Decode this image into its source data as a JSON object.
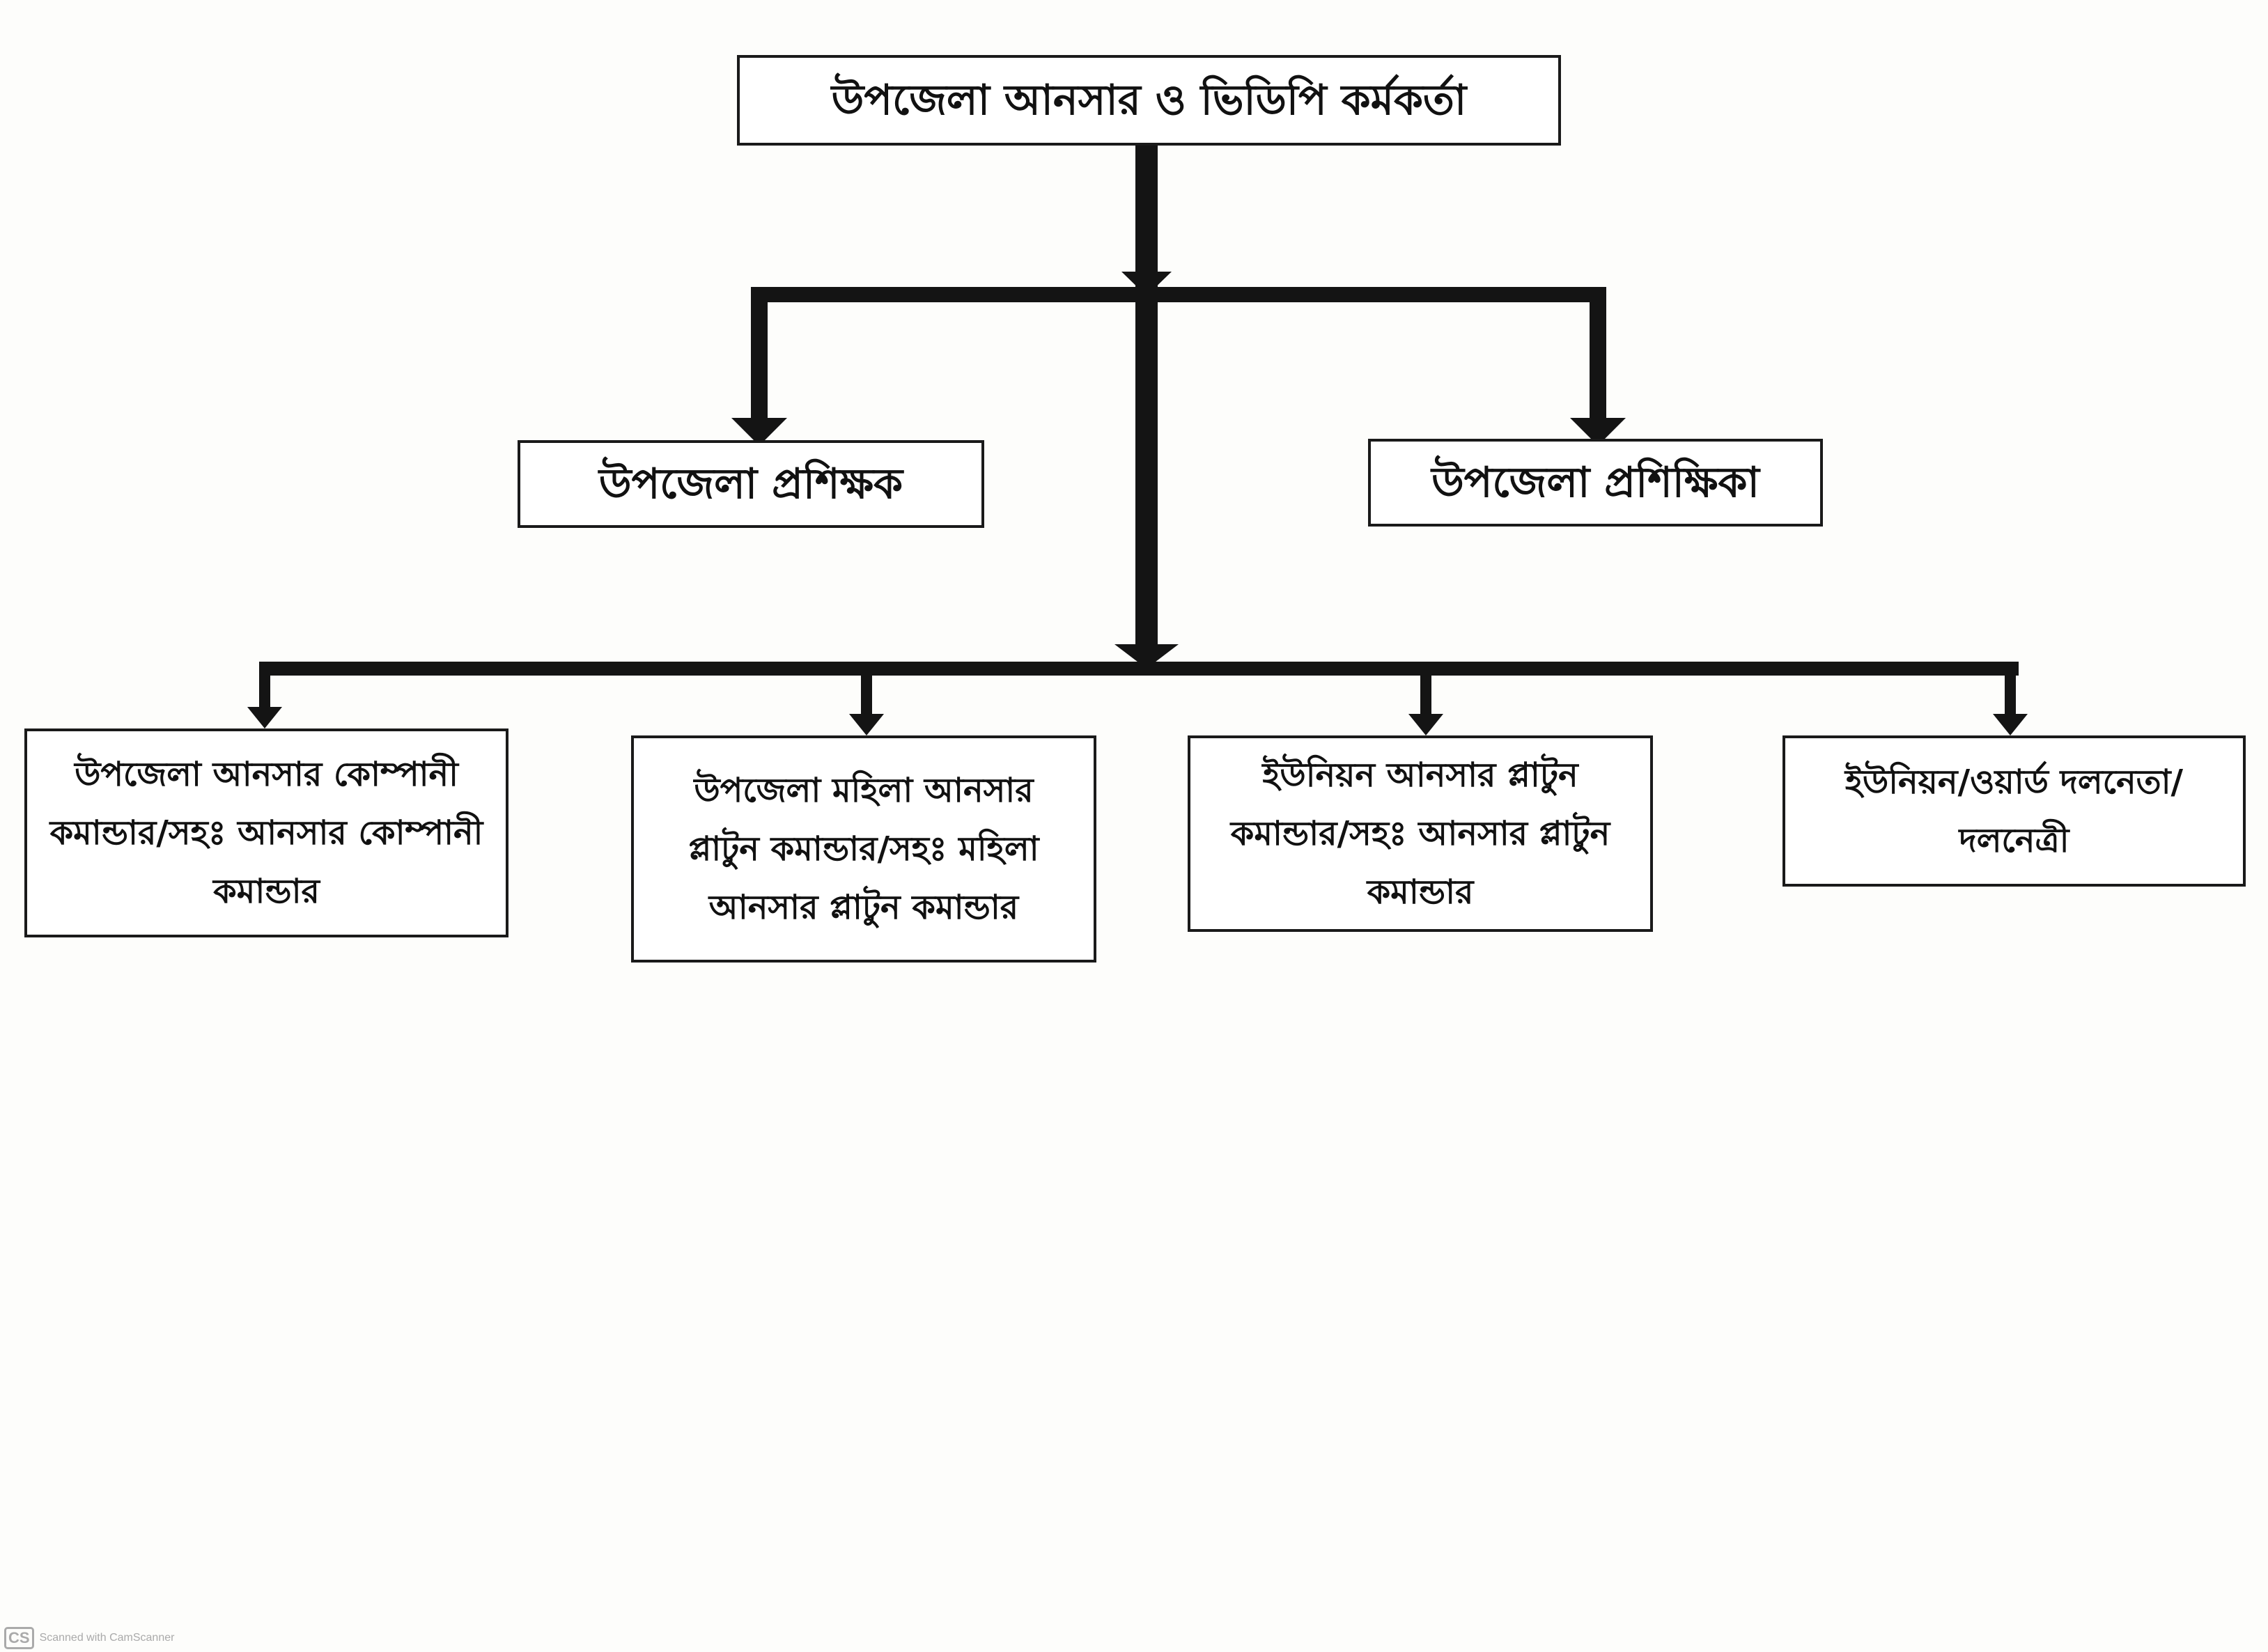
{
  "top": {
    "label": "উপজেলা আনসার ও ভিডিপি কর্মকর্তা"
  },
  "middle": [
    {
      "label": "উপজেলা প্রশিক্ষক"
    },
    {
      "label": "উপজেলা প্রশিক্ষিকা"
    }
  ],
  "bottom": [
    {
      "label": "উপজেলা আনসার কোম্পানী কমান্ডার/সহঃ আনসার কোম্পানী কমান্ডার"
    },
    {
      "label": "উপজেলা মহিলা আনসার প্লাটুন কমান্ডার/সহঃ মহিলা আনসার প্লাটুন কমান্ডার"
    },
    {
      "label": "ইউনিয়ন আনসার প্লাটুন কমান্ডার/সহঃ আনসার প্লাটুন কমান্ডার"
    },
    {
      "label": "ইউনিয়ন/ওয়ার্ড দলনেতা/দলনেত্রী"
    }
  ],
  "watermark": {
    "logo": "CS",
    "text": "Scanned with CamScanner"
  },
  "colors": {
    "line": "#141414",
    "background": "#fdfdfb"
  }
}
